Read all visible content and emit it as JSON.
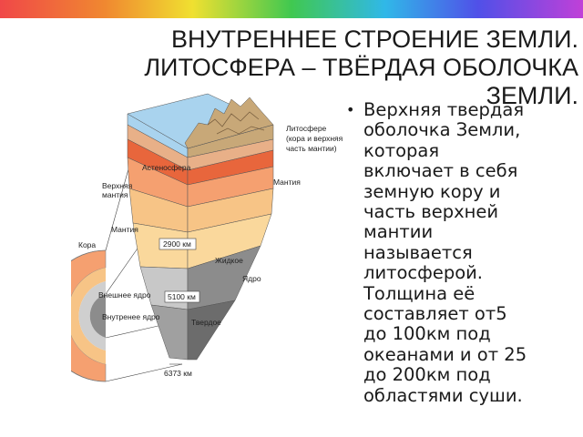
{
  "title": {
    "lines": [
      "ВНУТРЕННЕЕ СТРОЕНИЕ ЗЕМЛИ.",
      "ЛИТОСФЕРА – ТВЁРДАЯ ОБОЛОЧКА",
      "ЗЕМЛИ."
    ]
  },
  "body": {
    "bullet": "•",
    "lines": [
      "Верхняя твердая",
      "оболочка Земли,",
      "которая",
      "включает в себя",
      "земную кору и",
      "часть верхней",
      "мантии",
      "называется",
      "литосферой.",
      "Толщина её",
      "составляет от5",
      "до 100км под",
      "океанами и от 25",
      "до 200км под",
      "областями суши."
    ]
  },
  "diagram": {
    "labels": {
      "lithosphere_1": "Литосфере",
      "lithosphere_2": "(кора и верхняя",
      "lithosphere_3": "часть мантии)",
      "asthenosphere": "Астеносфера",
      "upper_mantle_1": "Верхняя",
      "upper_mantle_2": "мантия",
      "mantle_left": "Мантия",
      "mantle_right": "Мантия",
      "crust": "Кора",
      "depth_2900": "2900 км",
      "liquid": "Жидкое",
      "core": "Ядро",
      "outer_core": "Внешнее ядро",
      "depth_5100": "5100 км",
      "inner_core": "Внутренее ядро",
      "solid": "Твердое",
      "depth_6373": "6373 км"
    },
    "colors": {
      "ocean": "#a9d3ee",
      "crust_top": "#c8a878",
      "lithosphere": "#e8b088",
      "asthenosphere": "#e8663c",
      "upper_mantle": "#f5a070",
      "mantle": "#f7c486",
      "mantle_lower": "#fad89c",
      "outer_core": "#b4b4b4",
      "inner_core": "#888888"
    }
  }
}
